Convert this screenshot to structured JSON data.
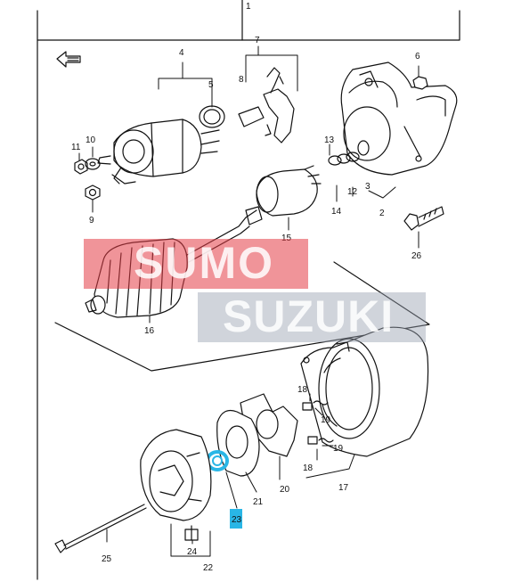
{
  "labels": {
    "l1": "1",
    "l2": "2",
    "l3": "3",
    "l4": "4",
    "l5": "5",
    "l6": "6",
    "l7": "7",
    "l8": "8",
    "l9": "9",
    "l10": "10",
    "l11": "11",
    "l12": "12",
    "l13": "13",
    "l14": "14",
    "l15": "15",
    "l16": "16",
    "l17": "17",
    "l18a": "18",
    "l18b": "18",
    "l19a": "19",
    "l19b": "19",
    "l20": "20",
    "l21": "21",
    "l22": "22",
    "l23": "23",
    "l24": "24",
    "l25": "25",
    "l26": "26"
  },
  "watermark": {
    "line1": "SUMO",
    "line2": "SUZUKI"
  },
  "highlight_color": "#29b6e6"
}
